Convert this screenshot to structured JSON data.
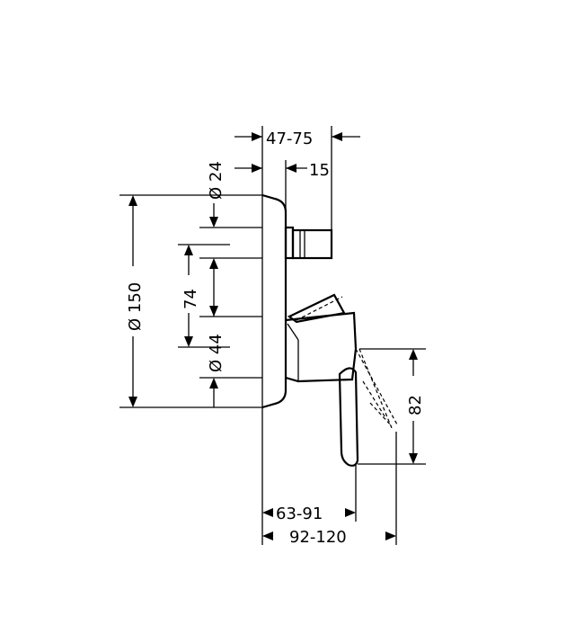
{
  "dimensions": {
    "top_range": "47-75",
    "dia_24": "Ø 24",
    "offset_15": "15",
    "dia_150": "Ø 150",
    "spacing_74": "74",
    "dia_44": "Ø 44",
    "height_82": "82",
    "range_63_91": "63-91",
    "range_92_120": "92-120"
  }
}
